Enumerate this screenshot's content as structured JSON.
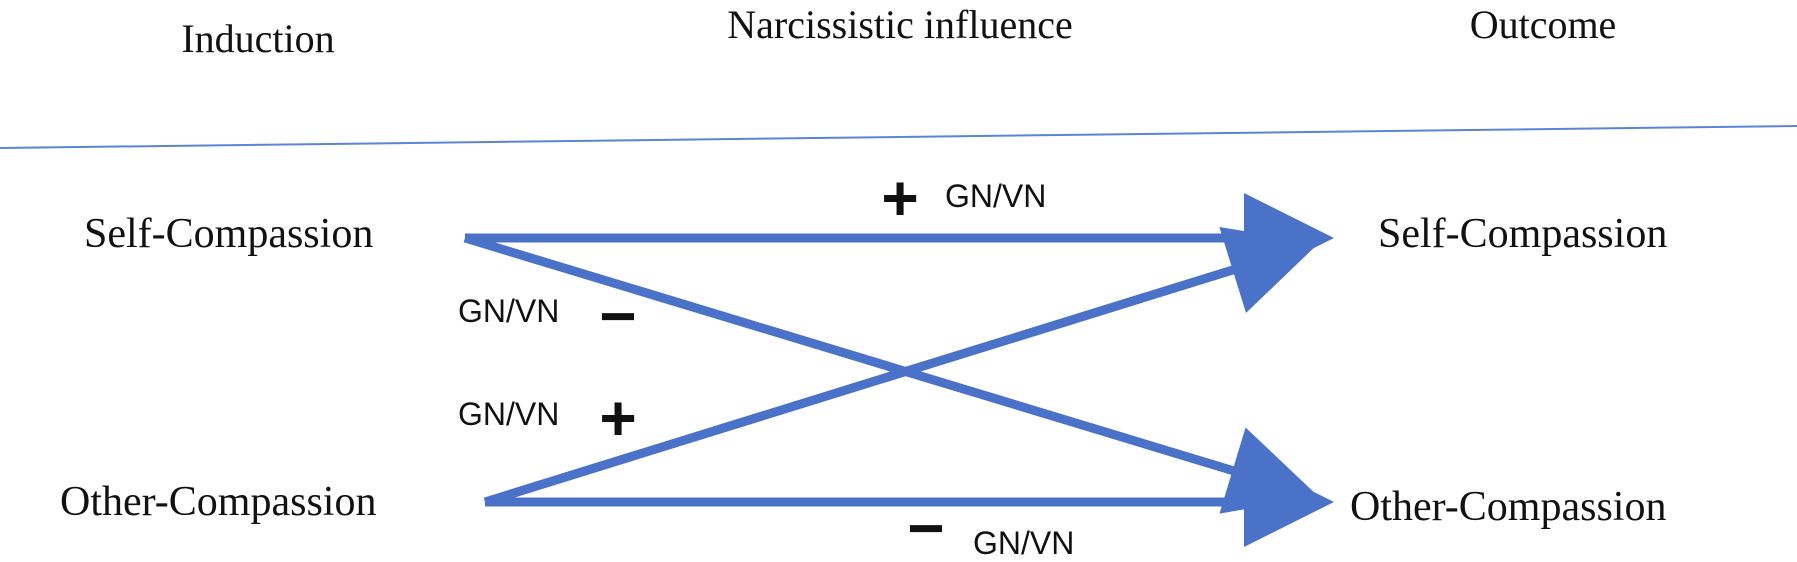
{
  "headers": {
    "induction": "Induction",
    "influence": "Narcissistic influence",
    "outcome": "Outcome"
  },
  "nodes": {
    "left_self": "Self-Compassion",
    "left_other": "Other-Compassion",
    "right_self": "Self-Compassion",
    "right_other": "Other-Compassion"
  },
  "edges": {
    "self_to_self": {
      "sign": "+",
      "label": "GN/VN"
    },
    "self_to_other": {
      "sign": "−",
      "label": "GN/VN"
    },
    "other_to_self": {
      "sign": "+",
      "label": "GN/VN"
    },
    "other_to_other": {
      "sign": "−",
      "label": "GN/VN"
    }
  },
  "colors": {
    "arrow": "#4a72c9",
    "divider": "#5b84d6",
    "text": "#111111"
  }
}
